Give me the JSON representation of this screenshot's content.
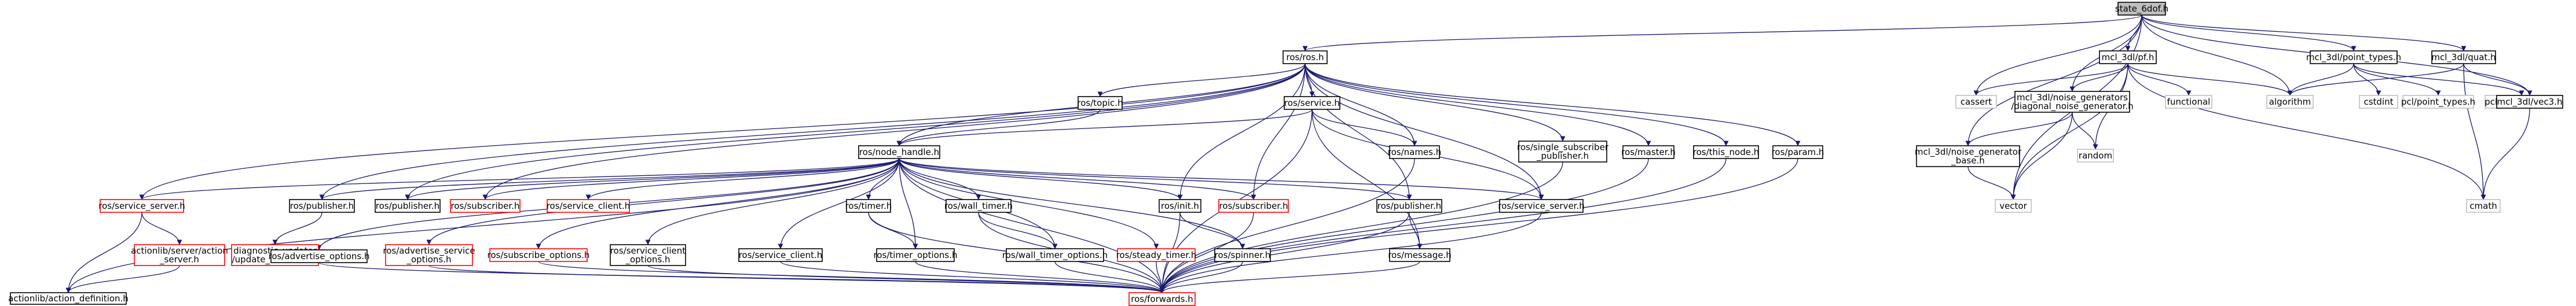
{
  "colors": {
    "edge": "#191970",
    "node_border": "#000000",
    "missing_border": "#ff0000",
    "root_fill": "#bfbfbf",
    "node_fill": "#ffffff",
    "plain_border": "#bfbfbf"
  },
  "nodes": [
    {
      "id": "state_6dof_h",
      "lines": [
        "state_6dof.h"
      ],
      "style": "root"
    },
    {
      "id": "ros_ros_h",
      "lines": [
        "ros/ros.h"
      ],
      "style": "normal"
    },
    {
      "id": "mcl_3dl_pf_h",
      "lines": [
        "mcl_3dl/pf.h"
      ],
      "style": "normal"
    },
    {
      "id": "mcl_3dl_point_types_h",
      "lines": [
        "mcl_3dl/point_types.h"
      ],
      "style": "normal"
    },
    {
      "id": "mcl_3dl_quat_h",
      "lines": [
        "mcl_3dl/quat.h"
      ],
      "style": "normal"
    },
    {
      "id": "ros_topic_h",
      "lines": [
        "ros/topic.h"
      ],
      "style": "normal"
    },
    {
      "id": "ros_service_h",
      "lines": [
        "ros/service.h"
      ],
      "style": "normal"
    },
    {
      "id": "ros_node_handle_h",
      "lines": [
        "ros/node_handle.h"
      ],
      "style": "normal"
    },
    {
      "id": "ros_names_h",
      "lines": [
        "ros/names.h"
      ],
      "style": "normal"
    },
    {
      "id": "ros_single_subscriber_publisher_h",
      "lines": [
        "ros/single_subscriber",
        "_publisher.h"
      ],
      "style": "normal"
    },
    {
      "id": "ros_master_h",
      "lines": [
        "ros/master.h"
      ],
      "style": "normal"
    },
    {
      "id": "ros_this_node_h",
      "lines": [
        "ros/this_node.h"
      ],
      "style": "normal"
    },
    {
      "id": "ros_param_h",
      "lines": [
        "ros/param.h"
      ],
      "style": "normal"
    },
    {
      "id": "cassert",
      "lines": [
        "cassert"
      ],
      "style": "plain"
    },
    {
      "id": "mcl_3dl_noise_gen_diag_h",
      "lines": [
        "mcl_3dl/noise_generators",
        "/diagonal_noise_generator.h"
      ],
      "style": "normal"
    },
    {
      "id": "functional",
      "lines": [
        "functional"
      ],
      "style": "plain"
    },
    {
      "id": "algorithm",
      "lines": [
        "algorithm"
      ],
      "style": "plain"
    },
    {
      "id": "cstdint",
      "lines": [
        "cstdint"
      ],
      "style": "plain"
    },
    {
      "id": "pcl_point_types_h",
      "lines": [
        "pcl/point_types.h"
      ],
      "style": "plain"
    },
    {
      "id": "pcl_point_cloud_h",
      "lines": [
        "pcl/point_cloud.h"
      ],
      "style": "plain"
    },
    {
      "id": "mcl_3dl_vec3_h",
      "lines": [
        "mcl_3dl/vec3.h"
      ],
      "style": "normal"
    },
    {
      "id": "ros_service_server_h_red",
      "lines": [
        "ros/service_server.h"
      ],
      "style": "missing"
    },
    {
      "id": "ros_publisher_h_a",
      "lines": [
        "ros/publisher.h"
      ],
      "style": "normal"
    },
    {
      "id": "ros_publisher_h_b",
      "lines": [
        "ros/publisher.h"
      ],
      "style": "normal"
    },
    {
      "id": "ros_subscriber_h_red_a",
      "lines": [
        "ros/subscriber.h"
      ],
      "style": "missing"
    },
    {
      "id": "ros_service_client_h_red",
      "lines": [
        "ros/service_client.h"
      ],
      "style": "missing"
    },
    {
      "id": "ros_timer_h",
      "lines": [
        "ros/timer.h"
      ],
      "style": "normal"
    },
    {
      "id": "ros_wall_timer_h",
      "lines": [
        "ros/wall_timer.h"
      ],
      "style": "normal"
    },
    {
      "id": "ros_init_h",
      "lines": [
        "ros/init.h"
      ],
      "style": "normal"
    },
    {
      "id": "ros_subscriber_h_red_b",
      "lines": [
        "ros/subscriber.h"
      ],
      "style": "missing"
    },
    {
      "id": "ros_publisher_h_c",
      "lines": [
        "ros/publisher.h"
      ],
      "style": "normal"
    },
    {
      "id": "ros_service_server_h",
      "lines": [
        "ros/service_server.h"
      ],
      "style": "normal"
    },
    {
      "id": "mcl_3dl_noise_gen_base_h",
      "lines": [
        "mcl_3dl/noise_generator",
        "_base.h"
      ],
      "style": "normal"
    },
    {
      "id": "random",
      "lines": [
        "random"
      ],
      "style": "plain"
    },
    {
      "id": "vector",
      "lines": [
        "vector"
      ],
      "style": "plain"
    },
    {
      "id": "cmath",
      "lines": [
        "cmath"
      ],
      "style": "plain"
    },
    {
      "id": "actionlib_server_action_server_h",
      "lines": [
        "actionlib/server/action",
        "_server.h"
      ],
      "style": "missing"
    },
    {
      "id": "diagnostic_updater_update_functions_h",
      "lines": [
        "diagnostic_updater",
        "/update_functions.h"
      ],
      "style": "missing"
    },
    {
      "id": "ros_advertise_options_h",
      "lines": [
        "ros/advertise_options.h"
      ],
      "style": "normal"
    },
    {
      "id": "ros_advertise_service_options_h",
      "lines": [
        "ros/advertise_service",
        "_options.h"
      ],
      "style": "missing"
    },
    {
      "id": "ros_subscribe_options_h",
      "lines": [
        "ros/subscribe_options.h"
      ],
      "style": "missing"
    },
    {
      "id": "ros_service_client_options_h",
      "lines": [
        "ros/service_client",
        "_options.h"
      ],
      "style": "normal"
    },
    {
      "id": "ros_service_client_h",
      "lines": [
        "ros/service_client.h"
      ],
      "style": "normal"
    },
    {
      "id": "ros_timer_options_h",
      "lines": [
        "ros/timer_options.h"
      ],
      "style": "normal"
    },
    {
      "id": "ros_wall_timer_options_h",
      "lines": [
        "ros/wall_timer_options.h"
      ],
      "style": "normal"
    },
    {
      "id": "ros_steady_timer_h",
      "lines": [
        "ros/steady_timer.h"
      ],
      "style": "missing"
    },
    {
      "id": "ros_spinner_h",
      "lines": [
        "ros/spinner.h"
      ],
      "style": "normal"
    },
    {
      "id": "ros_message_h",
      "lines": [
        "ros/message.h"
      ],
      "style": "normal"
    },
    {
      "id": "actionlib_action_definition_h",
      "lines": [
        "actionlib/action_definition.h"
      ],
      "style": "normal"
    },
    {
      "id": "ros_forwards_h",
      "lines": [
        "ros/forwards.h"
      ],
      "style": "missing"
    }
  ],
  "edges": [
    [
      "state_6dof_h",
      "ros_ros_h"
    ],
    [
      "state_6dof_h",
      "mcl_3dl_pf_h"
    ],
    [
      "state_6dof_h",
      "mcl_3dl_point_types_h"
    ],
    [
      "state_6dof_h",
      "mcl_3dl_quat_h"
    ],
    [
      "state_6dof_h",
      "mcl_3dl_vec3_h"
    ],
    [
      "state_6dof_h",
      "cassert"
    ],
    [
      "state_6dof_h",
      "algorithm"
    ],
    [
      "state_6dof_h",
      "mcl_3dl_noise_gen_diag_h"
    ],
    [
      "state_6dof_h",
      "mcl_3dl_noise_gen_base_h"
    ],
    [
      "state_6dof_h",
      "vector"
    ],
    [
      "ros_ros_h",
      "ros_topic_h"
    ],
    [
      "ros_ros_h",
      "ros_service_h"
    ],
    [
      "ros_ros_h",
      "ros_node_handle_h"
    ],
    [
      "ros_ros_h",
      "ros_names_h"
    ],
    [
      "ros_ros_h",
      "ros_single_subscriber_publisher_h"
    ],
    [
      "ros_ros_h",
      "ros_master_h"
    ],
    [
      "ros_ros_h",
      "ros_this_node_h"
    ],
    [
      "ros_ros_h",
      "ros_param_h"
    ],
    [
      "ros_ros_h",
      "ros_service_server_h_red"
    ],
    [
      "ros_ros_h",
      "ros_publisher_h_a"
    ],
    [
      "ros_ros_h",
      "ros_publisher_h_b"
    ],
    [
      "ros_ros_h",
      "ros_subscriber_h_red_a"
    ],
    [
      "ros_ros_h",
      "ros_init_h"
    ],
    [
      "ros_ros_h",
      "ros_subscriber_h_red_b"
    ],
    [
      "ros_ros_h",
      "ros_publisher_h_c"
    ],
    [
      "ros_ros_h",
      "ros_service_server_h"
    ],
    [
      "ros_topic_h",
      "ros_node_handle_h"
    ],
    [
      "ros_service_h",
      "ros_node_handle_h"
    ],
    [
      "ros_service_h",
      "ros_names_h"
    ],
    [
      "ros_service_h",
      "ros_service_server_h"
    ],
    [
      "ros_service_h",
      "ros_message_h"
    ],
    [
      "ros_service_h",
      "ros_forwards_h"
    ],
    [
      "ros_names_h",
      "ros_forwards_h"
    ],
    [
      "ros_single_subscriber_publisher_h",
      "ros_forwards_h"
    ],
    [
      "ros_master_h",
      "ros_forwards_h"
    ],
    [
      "ros_this_node_h",
      "ros_forwards_h"
    ],
    [
      "ros_param_h",
      "ros_forwards_h"
    ],
    [
      "ros_node_handle_h",
      "ros_service_server_h_red"
    ],
    [
      "ros_node_handle_h",
      "ros_publisher_h_a"
    ],
    [
      "ros_node_handle_h",
      "ros_publisher_h_b"
    ],
    [
      "ros_node_handle_h",
      "ros_subscriber_h_red_a"
    ],
    [
      "ros_node_handle_h",
      "ros_service_client_h_red"
    ],
    [
      "ros_node_handle_h",
      "ros_timer_h"
    ],
    [
      "ros_node_handle_h",
      "ros_wall_timer_h"
    ],
    [
      "ros_node_handle_h",
      "ros_init_h"
    ],
    [
      "ros_node_handle_h",
      "ros_subscriber_h_red_b"
    ],
    [
      "ros_node_handle_h",
      "ros_publisher_h_c"
    ],
    [
      "ros_node_handle_h",
      "ros_service_server_h"
    ],
    [
      "ros_node_handle_h",
      "ros_advertise_options_h"
    ],
    [
      "ros_node_handle_h",
      "ros_advertise_service_options_h"
    ],
    [
      "ros_node_handle_h",
      "ros_subscribe_options_h"
    ],
    [
      "ros_node_handle_h",
      "ros_service_client_options_h"
    ],
    [
      "ros_node_handle_h",
      "ros_service_client_h"
    ],
    [
      "ros_node_handle_h",
      "ros_timer_options_h"
    ],
    [
      "ros_node_handle_h",
      "ros_wall_timer_options_h"
    ],
    [
      "ros_node_handle_h",
      "ros_steady_timer_h"
    ],
    [
      "ros_node_handle_h",
      "ros_spinner_h"
    ],
    [
      "ros_node_handle_h",
      "ros_forwards_h"
    ],
    [
      "ros_node_handle_h",
      "actionlib_action_definition_h"
    ],
    [
      "ros_service_server_h_red",
      "actionlib_server_action_server_h"
    ],
    [
      "ros_service_server_h_red",
      "actionlib_action_definition_h"
    ],
    [
      "ros_publisher_h_a",
      "diagnostic_updater_update_functions_h"
    ],
    [
      "actionlib_server_action_server_h",
      "actionlib_action_definition_h"
    ],
    [
      "ros_timer_h",
      "ros_timer_options_h"
    ],
    [
      "ros_timer_h",
      "ros_forwards_h"
    ],
    [
      "ros_wall_timer_h",
      "ros_wall_timer_options_h"
    ],
    [
      "ros_wall_timer_h",
      "ros_forwards_h"
    ],
    [
      "ros_init_h",
      "ros_spinner_h"
    ],
    [
      "ros_init_h",
      "ros_forwards_h"
    ],
    [
      "ros_subscriber_h_red_b",
      "ros_forwards_h"
    ],
    [
      "ros_publisher_h_c",
      "ros_message_h"
    ],
    [
      "ros_publisher_h_c",
      "ros_forwards_h"
    ],
    [
      "ros_service_server_h",
      "ros_forwards_h"
    ],
    [
      "ros_advertise_options_h",
      "ros_forwards_h"
    ],
    [
      "ros_advertise_service_options_h",
      "ros_forwards_h"
    ],
    [
      "ros_subscribe_options_h",
      "ros_forwards_h"
    ],
    [
      "ros_service_client_options_h",
      "ros_forwards_h"
    ],
    [
      "ros_service_client_h",
      "ros_forwards_h"
    ],
    [
      "ros_timer_options_h",
      "ros_forwards_h"
    ],
    [
      "ros_wall_timer_options_h",
      "ros_forwards_h"
    ],
    [
      "ros_steady_timer_h",
      "ros_forwards_h"
    ],
    [
      "ros_spinner_h",
      "ros_forwards_h"
    ],
    [
      "ros_message_h",
      "ros_forwards_h"
    ],
    [
      "mcl_3dl_pf_h",
      "cassert"
    ],
    [
      "mcl_3dl_pf_h",
      "mcl_3dl_noise_gen_diag_h"
    ],
    [
      "mcl_3dl_pf_h",
      "functional"
    ],
    [
      "mcl_3dl_pf_h",
      "algorithm"
    ],
    [
      "mcl_3dl_pf_h",
      "random"
    ],
    [
      "mcl_3dl_pf_h",
      "vector"
    ],
    [
      "mcl_3dl_pf_h",
      "cmath"
    ],
    [
      "mcl_3dl_noise_gen_diag_h",
      "mcl_3dl_noise_gen_base_h"
    ],
    [
      "mcl_3dl_noise_gen_diag_h",
      "random"
    ],
    [
      "mcl_3dl_noise_gen_diag_h",
      "vector"
    ],
    [
      "mcl_3dl_noise_gen_base_h",
      "vector"
    ],
    [
      "mcl_3dl_point_types_h",
      "algorithm"
    ],
    [
      "mcl_3dl_point_types_h",
      "cstdint"
    ],
    [
      "mcl_3dl_point_types_h",
      "pcl_point_types_h"
    ],
    [
      "mcl_3dl_point_types_h",
      "pcl_point_cloud_h"
    ],
    [
      "mcl_3dl_quat_h",
      "algorithm"
    ],
    [
      "mcl_3dl_quat_h",
      "mcl_3dl_vec3_h"
    ],
    [
      "mcl_3dl_quat_h",
      "cmath"
    ],
    [
      "mcl_3dl_vec3_h",
      "cmath"
    ]
  ]
}
